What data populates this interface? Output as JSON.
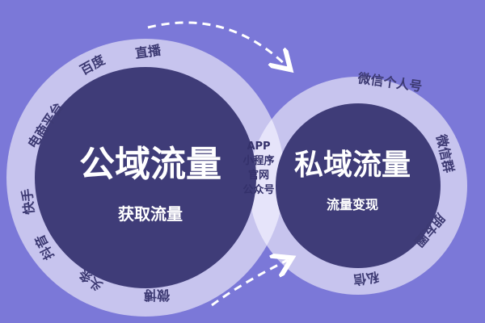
{
  "colors": {
    "background": "#7b78d8",
    "ring": "#c7c4ee",
    "core": "#3f3c78",
    "overlap": "#e6e4fa",
    "ring_text": "#3d3a73",
    "arrow": "#ffffff"
  },
  "public": {
    "title": "公域流量",
    "subtitle": "获取流量",
    "channels": [
      "直播",
      "百度",
      "电商平台",
      "快手",
      "抖音",
      "头条",
      "微博"
    ]
  },
  "bridge": {
    "items": [
      "APP",
      "小程序",
      "官网",
      "公众号"
    ]
  },
  "private": {
    "title": "私域流量",
    "subtitle": "流量变现",
    "channels": [
      "微信个人号",
      "微信群",
      "朋友圈",
      "私信"
    ]
  }
}
